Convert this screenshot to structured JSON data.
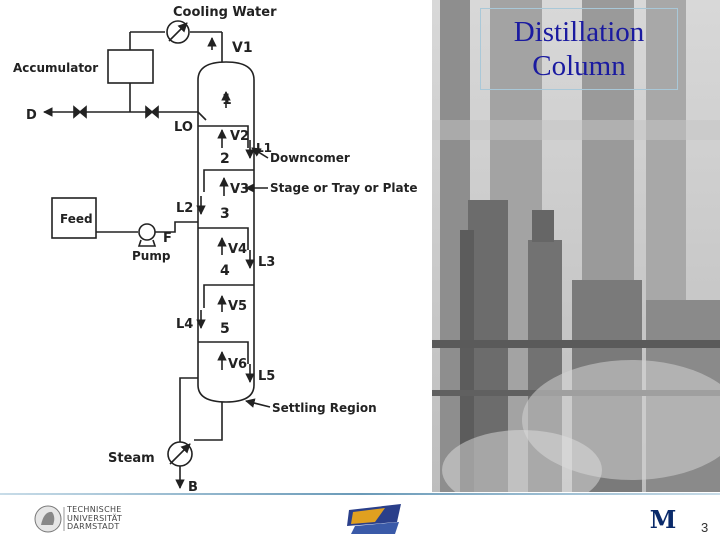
{
  "slide": {
    "title_line1": "Distillation",
    "title_line2": "Column",
    "page_number": "3"
  },
  "diagram": {
    "labels": {
      "cooling_water": "Cooling Water",
      "accumulator": "Accumulator",
      "d": "D",
      "feed": "Feed",
      "pump": "Pump",
      "f": "F",
      "steam": "Steam",
      "b": "B",
      "downcomer": "Downcomer",
      "stage": "Stage or Tray or Plate",
      "settling": "Settling Region"
    },
    "streams": {
      "v1": "V1",
      "v2": "V2",
      "v3": "V3",
      "v4": "V4",
      "v5": "V5",
      "v6": "V6",
      "l0": "LO",
      "l1": "L1",
      "l2": "L2",
      "l3": "L3",
      "l4": "L4",
      "l5": "L5"
    },
    "trays": [
      "1",
      "2",
      "3",
      "4",
      "5"
    ]
  },
  "footer": {
    "tu_line1": "TECHNISCHE",
    "tu_line2": "UNIVERSITÄT",
    "tu_line3": "DARMSTADT",
    "m_logo": "M"
  },
  "colors": {
    "title": "#1a1aa0",
    "line": "#222222",
    "footer_accent": "#6a9ab8"
  }
}
